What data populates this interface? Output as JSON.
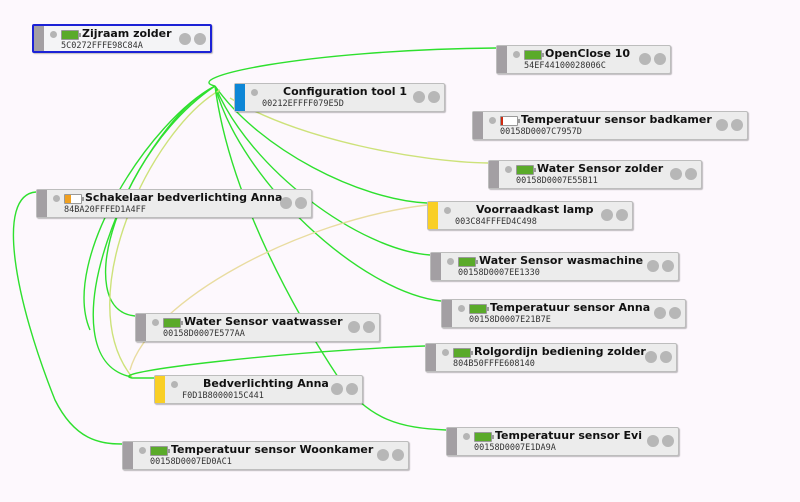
{
  "colors": {
    "link_strong": "#2ee02e",
    "link_weak": "#cde27a",
    "link_faint": "#e9dca0",
    "router_strip": "#f9cf25",
    "coordinator_strip": "#0d86d6",
    "enddevice_strip": "#a39fa3",
    "selected_border": "#1c22d6"
  },
  "nodes": [
    {
      "name": "Zijraam zolder",
      "mac": "5C0272FFFE98C84A",
      "battery": 1.0,
      "battery_color": "#5aaa2a"
    },
    {
      "name": "Configuration tool 1",
      "mac": "00212EFFFF079E5D"
    },
    {
      "name": "OpenClose 10",
      "mac": "54EF44100028006C",
      "battery": 1.0,
      "battery_color": "#5aaa2a"
    },
    {
      "name": "Temperatuur sensor badkamer",
      "mac": "00158D0007C7957D",
      "battery": 0.15,
      "battery_color": "#d02a10"
    },
    {
      "name": "Water Sensor zolder",
      "mac": "00158D0007E55B11",
      "battery": 1.0,
      "battery_color": "#5aaa2a"
    },
    {
      "name": "Voorraadkast lamp",
      "mac": "003C84FFFED4C498"
    },
    {
      "name": "Schakelaar bedverlichting Anna",
      "mac": "84BA20FFFED1A4FF",
      "battery": 0.4,
      "battery_color": "#f0a020"
    },
    {
      "name": "Water Sensor wasmachine",
      "mac": "00158D0007EE1330",
      "battery": 1.0,
      "battery_color": "#5aaa2a"
    },
    {
      "name": "Temperatuur sensor Anna",
      "mac": "00158D0007E21B7E",
      "battery": 1.0,
      "battery_color": "#5aaa2a"
    },
    {
      "name": "Water Sensor vaatwasser",
      "mac": "00158D0007E577AA",
      "battery": 1.0,
      "battery_color": "#5aaa2a"
    },
    {
      "name": "Rolgordijn bediening zolder",
      "mac": "804B50FFFE608140",
      "battery": 1.0,
      "battery_color": "#5aaa2a"
    },
    {
      "name": "Bedverlichting Anna",
      "mac": "F0D1B8000015C441"
    },
    {
      "name": "Temperatuur sensor Evi",
      "mac": "00158D0007E1DA9A",
      "battery": 1.0,
      "battery_color": "#5aaa2a"
    },
    {
      "name": "Temperatuur sensor Woonkamer",
      "mac": "00158D0007ED0AC1",
      "battery": 1.0,
      "battery_color": "#5aaa2a"
    }
  ]
}
